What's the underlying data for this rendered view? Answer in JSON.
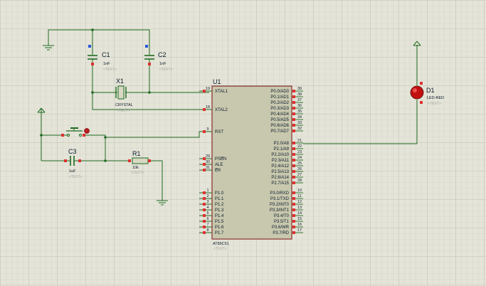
{
  "colors": {
    "wire": "#1f6a1f",
    "chip": "#c8c8ae",
    "chipBorder": "#8a2e2e",
    "pinRed": "#e03030",
    "pinBlue": "#2a58d8",
    "grid": "#c9c9bc",
    "gridMajor": "#b4b4a6"
  },
  "u1": {
    "ref": "U1",
    "part": "AT89C51",
    "text": "<TEXT>",
    "left_pins": [
      {
        "num": "19",
        "name": "XTAL1"
      },
      {
        "num": "18",
        "name": "XTAL2"
      },
      {
        "num": "9",
        "name": "RST"
      },
      {
        "num": "29",
        "name": "PSEN"
      },
      {
        "num": "30",
        "name": "ALE"
      },
      {
        "num": "31",
        "name": "EA"
      },
      {
        "num": "1",
        "name": "P1.0"
      },
      {
        "num": "2",
        "name": "P1.1"
      },
      {
        "num": "3",
        "name": "P1.2"
      },
      {
        "num": "4",
        "name": "P1.3"
      },
      {
        "num": "5",
        "name": "P1.4"
      },
      {
        "num": "6",
        "name": "P1.5"
      },
      {
        "num": "7",
        "name": "P1.6"
      },
      {
        "num": "8",
        "name": "P1.7"
      }
    ],
    "right_pins": [
      {
        "num": "39",
        "name": "P0.0/AD0"
      },
      {
        "num": "38",
        "name": "P0.1/AD1"
      },
      {
        "num": "37",
        "name": "P0.2/AD2"
      },
      {
        "num": "36",
        "name": "P0.3/AD3"
      },
      {
        "num": "35",
        "name": "P0.4/AD4"
      },
      {
        "num": "34",
        "name": "P0.5/AD5"
      },
      {
        "num": "33",
        "name": "P0.6/AD6"
      },
      {
        "num": "32",
        "name": "P0.7/AD7"
      },
      {
        "num": "21",
        "name": "P2.0/A8"
      },
      {
        "num": "22",
        "name": "P2.1/A9"
      },
      {
        "num": "23",
        "name": "P2.2/A10"
      },
      {
        "num": "24",
        "name": "P2.3/A11"
      },
      {
        "num": "25",
        "name": "P2.4/A12"
      },
      {
        "num": "26",
        "name": "P2.5/A13"
      },
      {
        "num": "27",
        "name": "P2.6/A14"
      },
      {
        "num": "28",
        "name": "P2.7/A15"
      },
      {
        "num": "10",
        "name": "P3.0/RXD"
      },
      {
        "num": "11",
        "name": "P3.1/TXD"
      },
      {
        "num": "12",
        "name": "P3.2/INT0"
      },
      {
        "num": "13",
        "name": "P3.3/INT1"
      },
      {
        "num": "14",
        "name": "P3.4/T0"
      },
      {
        "num": "15",
        "name": "P3.5/T1"
      },
      {
        "num": "16",
        "name": "P3.6/WR"
      },
      {
        "num": "17",
        "name": "P3.7/RD"
      }
    ]
  },
  "c1": {
    "ref": "C1",
    "value": "1nF",
    "text": "<TEXT>"
  },
  "c2": {
    "ref": "C2",
    "value": "1nF",
    "text": "<TEXT>"
  },
  "c3": {
    "ref": "C3",
    "value": "1uF",
    "text": "<TEXT>"
  },
  "x1": {
    "ref": "X1",
    "value": "CRYSTAL",
    "text": "<TEXT>"
  },
  "r1": {
    "ref": "R1",
    "value": "10k",
    "text": "<TEXT>"
  },
  "d1": {
    "ref": "D1",
    "value": "LED-RED",
    "text": "<TEXT>"
  }
}
